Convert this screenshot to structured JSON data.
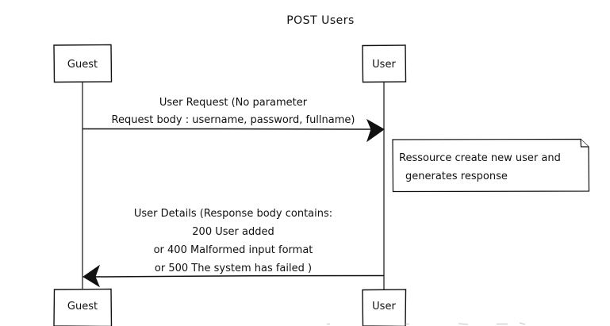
{
  "title": "POST Users",
  "participants": {
    "guest_top": "Guest",
    "user_top": "User",
    "guest_bottom": "Guest",
    "user_bottom": "User"
  },
  "messages": {
    "request": {
      "line1": "User Request (No parameter",
      "line2": "Request body : username, password, fullname)"
    },
    "response": {
      "line1": "User Details (Response body contains:",
      "line2": "200 User added",
      "line3": "or 400 Malformed input format",
      "line4": "or 500 The system has failed )"
    }
  },
  "note": {
    "line1": "Ressource create new user and",
    "line2": "generates response"
  }
}
